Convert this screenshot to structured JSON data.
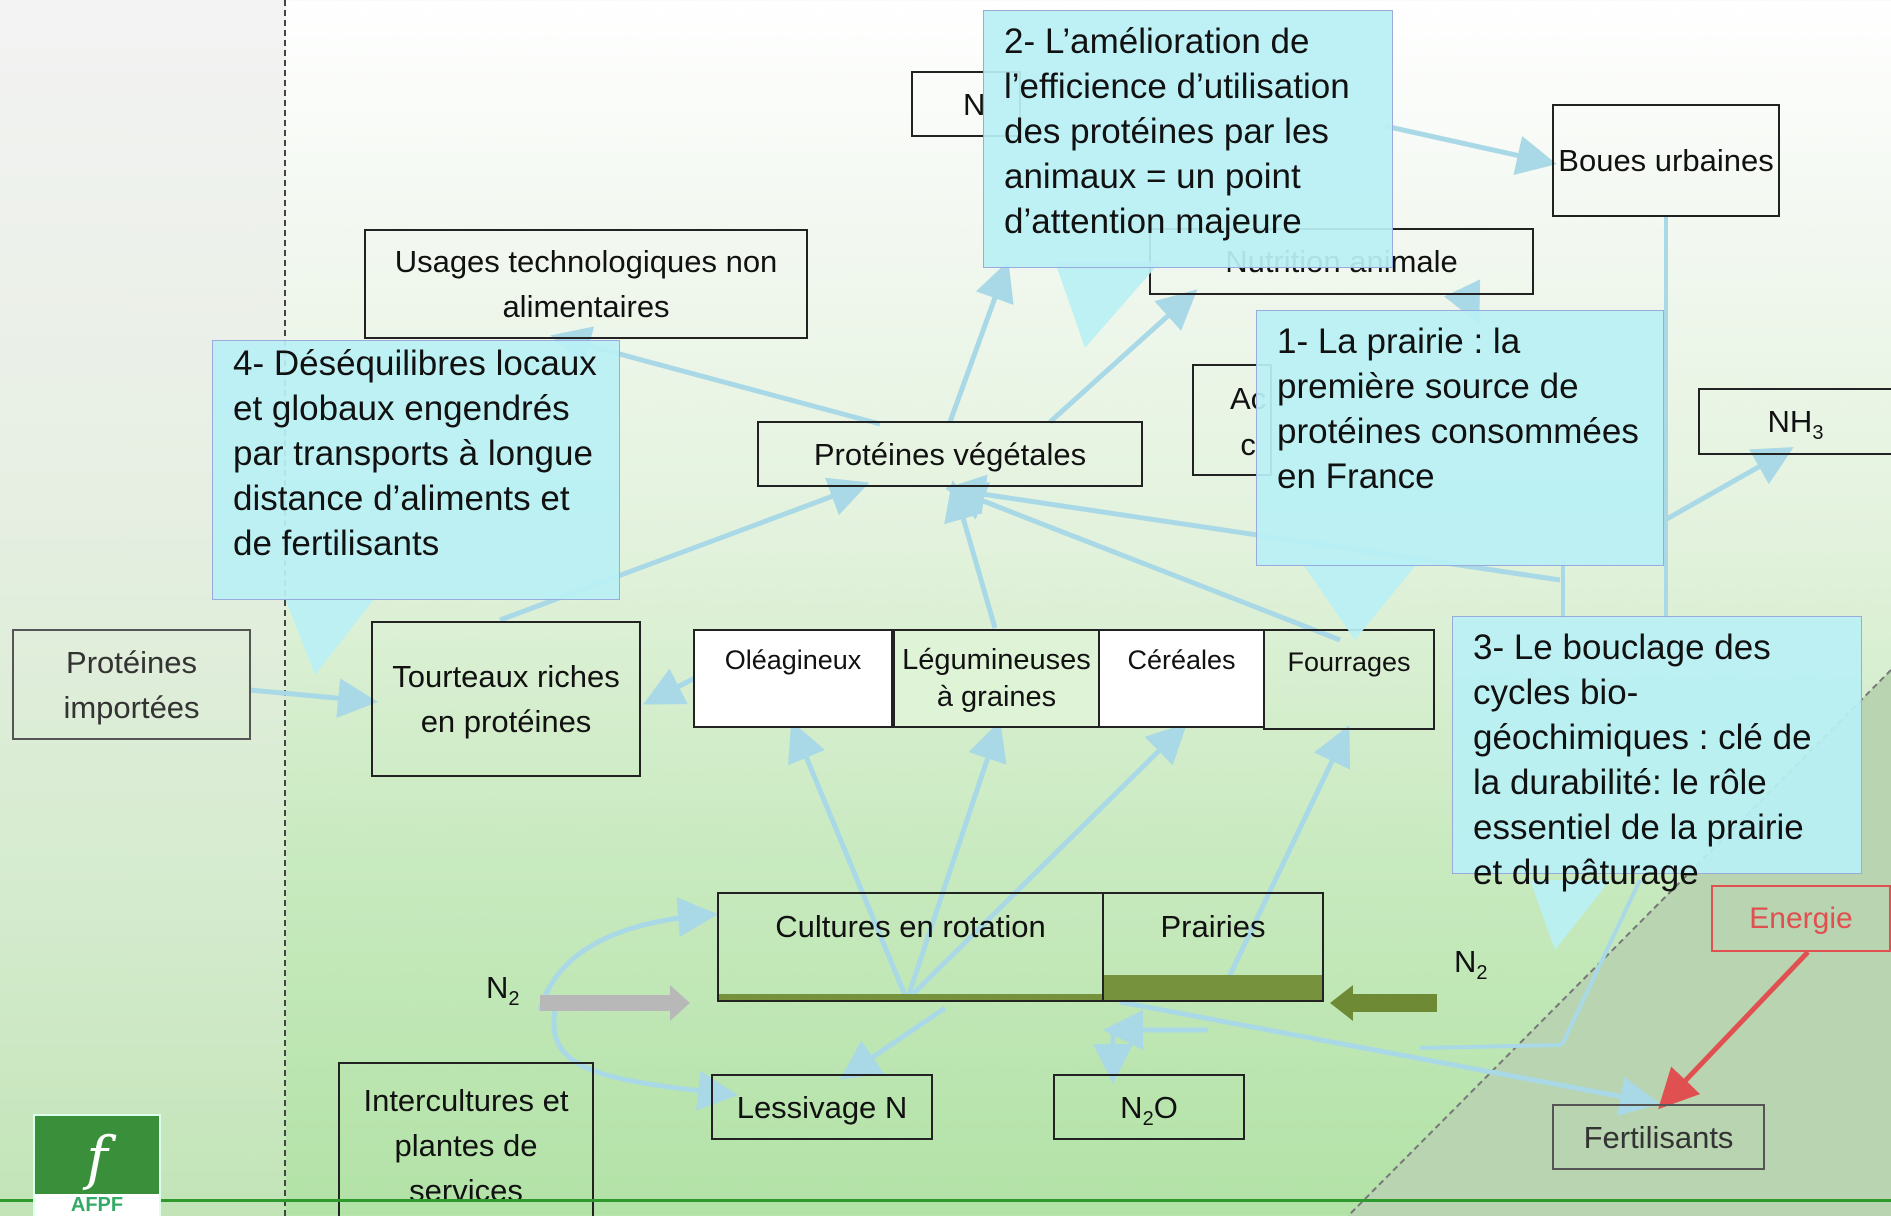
{
  "nodes": {
    "usages": "Usages technologiques non alimentaires",
    "nutrition": "Nutrition animale",
    "n_top": "N",
    "boues": "Boues urbaines",
    "proteines_vegetales": "Protéines végétales",
    "alim_partial": "Ac",
    "alim_partial2": "c",
    "nh3": "NH",
    "nh3_sub": "3",
    "proteines_importees": "Protéines importées",
    "tourteaux": "Tourteaux riches en protéines",
    "oleagineux": "Oléagineux",
    "legumineuses": "Légumineuses à graines",
    "cereales": "Céréales",
    "fourrages": "Fourrages",
    "cultures": "Cultures en rotation",
    "prairies": "Prairies",
    "energie": "Energie",
    "n2_left": "N",
    "n2_left_sub": "2",
    "n2_right": "N",
    "n2_right_sub": "2",
    "lessivage": "Lessivage N",
    "n2o": "N",
    "n2o_sub": "2",
    "n2o_tail": "O",
    "intercultures": "Intercultures et plantes de services",
    "fertilisants": "Fertilisants"
  },
  "callouts": {
    "c1": "1- La prairie : la première source de protéines consommées en France",
    "c2": "2- L’amélioration de l’efficience d’utilisation des protéines par les animaux = un point d’attention majeure",
    "c3": "3- Le bouclage des cycles bio-géochimiques : clé de la durabilité: le rôle essentiel de la prairie et du pâturage",
    "c4": "4- Déséquilibres locaux et globaux engendrés par transports à longue distance d’aliments et de fertilisants"
  },
  "logo": {
    "letter": "f",
    "text": "AFPF"
  },
  "colors": {
    "arrow": "#a9d8e6",
    "callout": "#b9f0f4",
    "energy": "#e05050",
    "green_bar": "#77923c"
  }
}
